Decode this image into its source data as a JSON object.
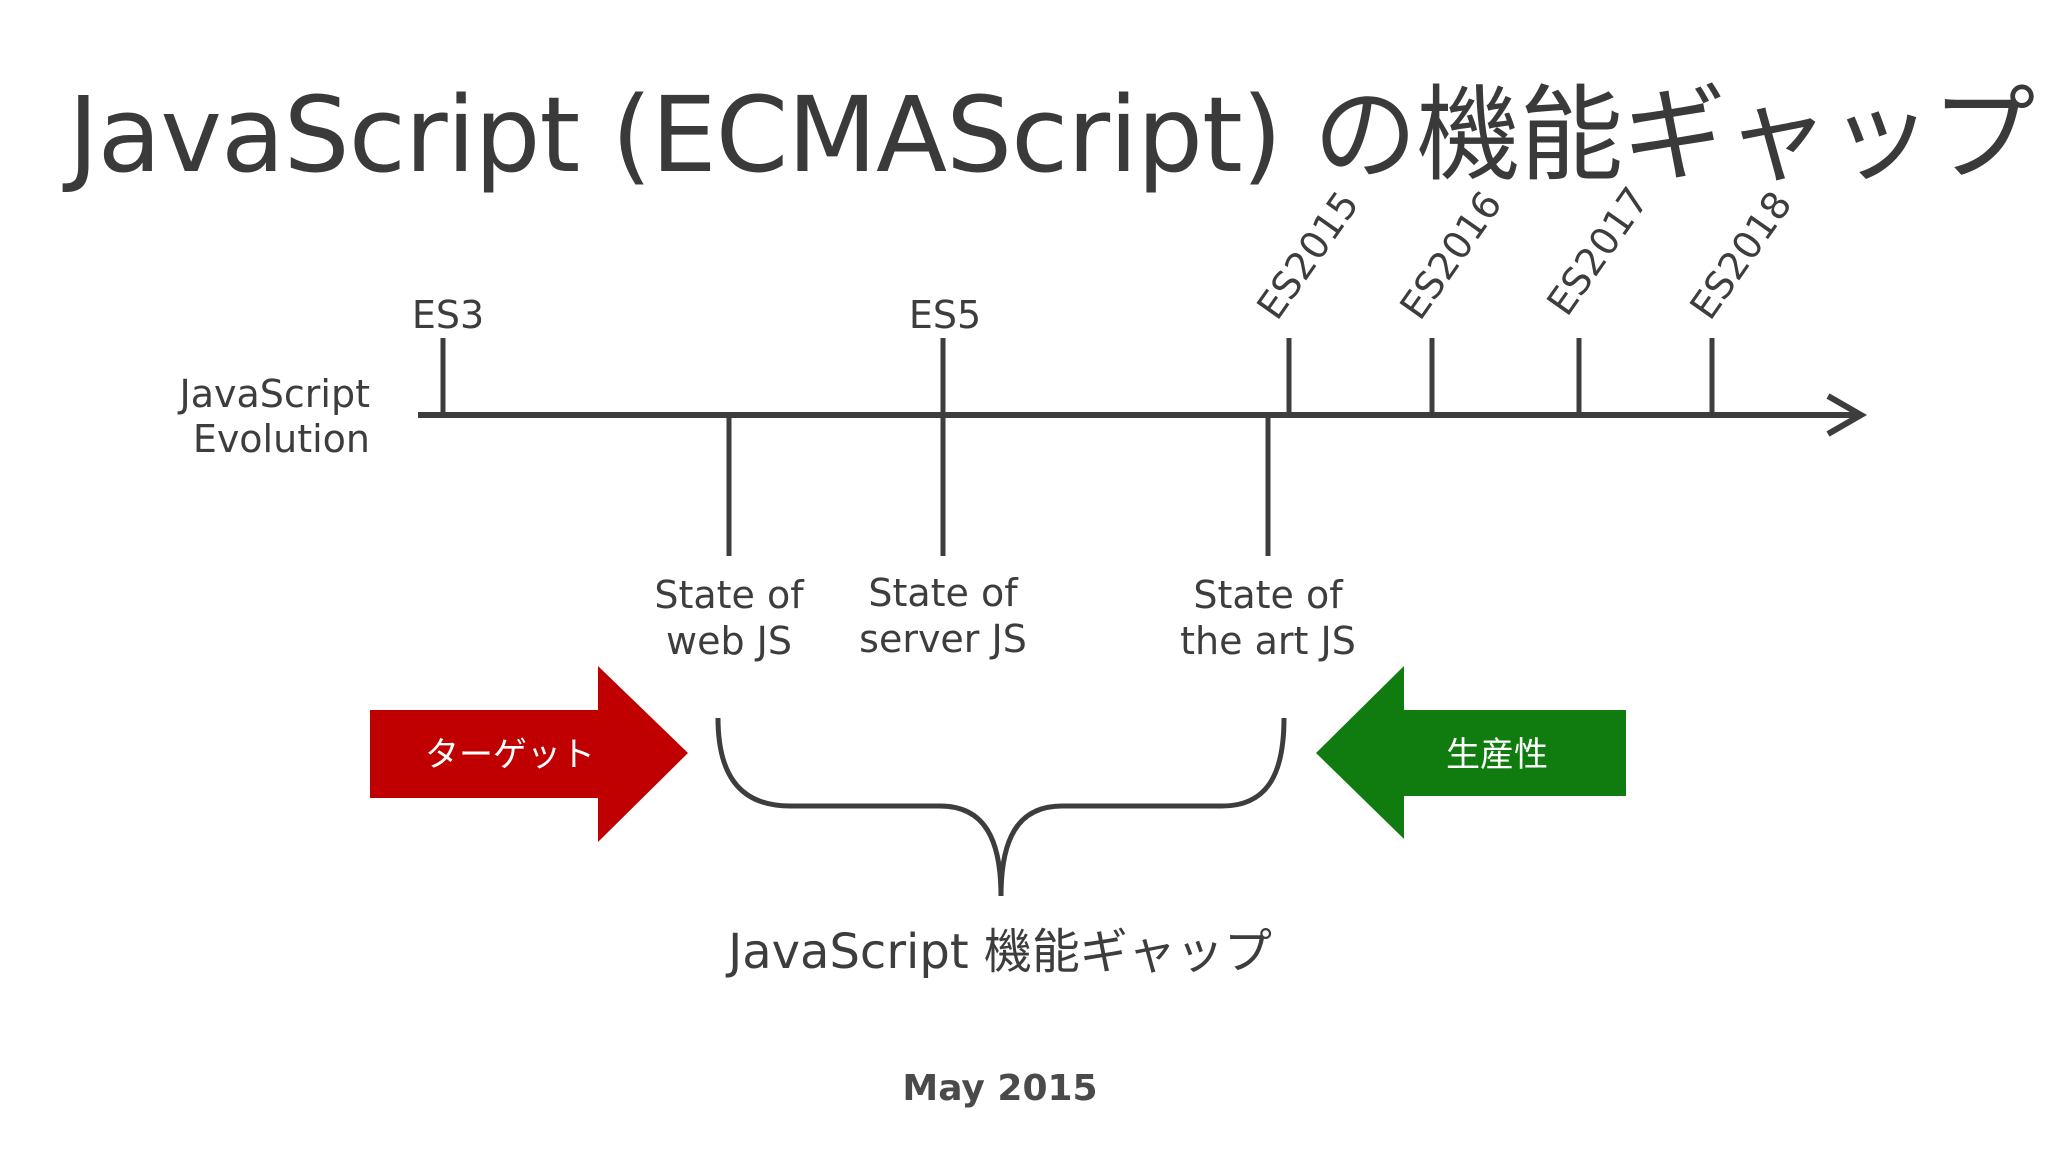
{
  "title": "JavaScript (ECMAScript) の機能ギャップ",
  "axis_label_line1": "JavaScript",
  "axis_label_line2": "Evolution",
  "versions_above": [
    "ES3",
    "ES5"
  ],
  "versions_rotated": [
    "ES2015",
    "ES2016",
    "ES2017",
    "ES2018"
  ],
  "states": [
    {
      "line1": "State of",
      "line2": "web JS"
    },
    {
      "line1": "State of",
      "line2": "server JS"
    },
    {
      "line1": "State of",
      "line2": "the art JS"
    }
  ],
  "target_arrow": {
    "label": "ターゲット",
    "color": "#c00000"
  },
  "productivity_arrow": {
    "label": "生産性",
    "color": "#107c10"
  },
  "gap_label": "JavaScript 機能ギャップ",
  "footer": "May 2015",
  "colors": {
    "axis": "#3d3d3d",
    "text": "#3d3d3d"
  }
}
